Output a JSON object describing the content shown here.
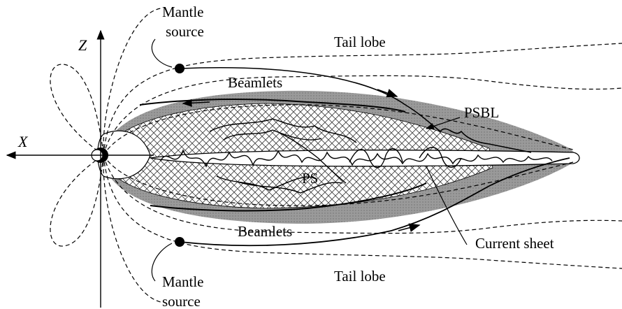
{
  "axes": {
    "z_label": "Z",
    "x_label": "X"
  },
  "labels": {
    "mantle_source_top": [
      "Mantle",
      "source"
    ],
    "mantle_source_bottom": [
      "Mantle",
      "source"
    ],
    "tail_lobe_top": "Tail lobe",
    "tail_lobe_bottom": "Tail lobe",
    "beamlets_top": "Beamlets",
    "beamlets_bottom": "Beamlets",
    "psbl": "PSBL",
    "ps": "PS",
    "current_sheet": "Current sheet"
  },
  "colors": {
    "ink": "#000000",
    "psbl_fill": "#9a9a9a",
    "ps_hatch": "#444444",
    "background": "#ffffff"
  }
}
